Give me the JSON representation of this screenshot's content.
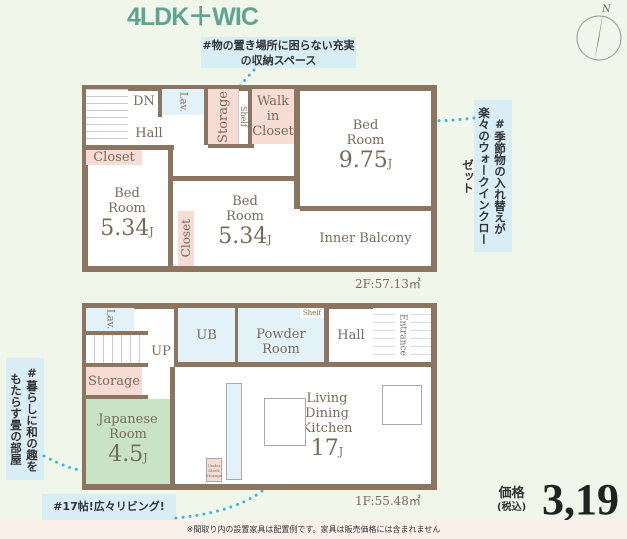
{
  "title": "4LDK＋WIC",
  "callouts": {
    "storage": "#物の置き場所に困らない充実の収納スペース",
    "wic": "#季節物の入れ替えが楽々のウォークインクローゼット",
    "japanese": "#暮らしに和の趣をもたらす畳の部屋",
    "living": "#17帖!広々リビング!"
  },
  "floor2": {
    "area": "2F:57.13㎡",
    "dn": "DN",
    "hall": "Hall",
    "lav": "Lav.",
    "storage": "Storage",
    "shelf": "Shelf",
    "wic": "Walk in Closet",
    "closet": "Closet",
    "bed_label": "Bed Room",
    "bed1": "9.75",
    "bed2": "5.34",
    "bed3": "5.34",
    "unit": "J",
    "balcony": "Inner Balcony"
  },
  "floor1": {
    "area": "1F:55.48㎡",
    "lav": "Lav.",
    "up": "UP",
    "ub": "UB",
    "powder": "Powder Room",
    "shelf": "Shelf",
    "hall": "Hall",
    "entrance": "Entrance",
    "storage": "Storage",
    "japanese": "Japanese Room",
    "japanese_size": "4.5",
    "under_stock": "Under Stock Storage",
    "ldk": "Living Dining Kitchen",
    "ldk_size": "17",
    "unit": "J"
  },
  "price": {
    "label": "価格",
    "tax": "(税込)",
    "value": "3,19"
  },
  "footnote": "※間取り内の設置家具は配置例です。家具は販売価格には含まれません",
  "compass": {
    "label": "N",
    "icon": "compass-icon"
  },
  "colors": {
    "wall": "#8b7560",
    "title": "#5fa393",
    "callout": "#d9edf6",
    "closet": "#f7dcd6",
    "wet": "#e3f1f9",
    "tatami": "#c9e4c5",
    "arrow": "#3cb6e6"
  }
}
